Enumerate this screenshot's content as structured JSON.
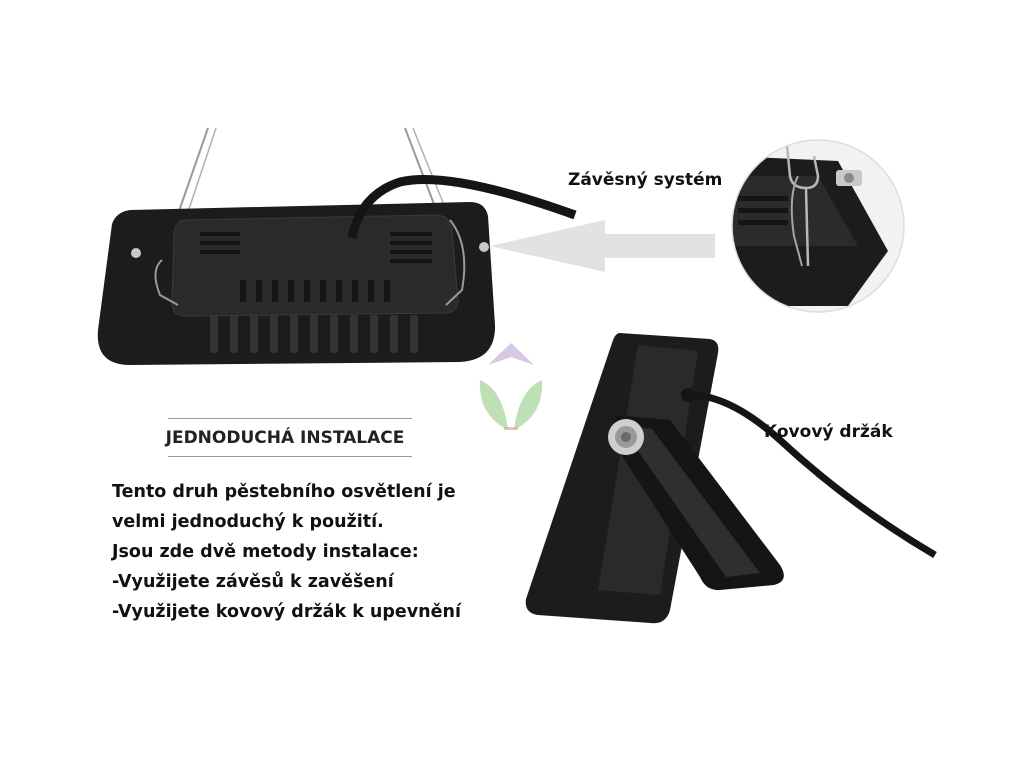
{
  "labels": {
    "hanging_system": "Závěsný systém",
    "metal_bracket": "Kovový držák"
  },
  "heading": "JEDNODUCHÁ INSTALACE",
  "description_lines": [
    "Tento druh pěstebního osvětlení je",
    "velmi jednoduchý k použití.",
    "Jsou zde dvě metody instalace:",
    "-Využijete závěsů k zavěšení",
    "-Využijete kovový držák k upevnění"
  ],
  "colors": {
    "fixture_body": "#1c1c1e",
    "fixture_highlight": "#3a3a3d",
    "arrow": "#e2e2e2",
    "rule": "#9a9a9a",
    "watermark_purple": "#b79cc8",
    "watermark_green": "#7fbf6a"
  },
  "icons": [
    "hanging-lamp-photo",
    "hook-detail-photo",
    "bracket-lamp-photo",
    "leaf-watermark-icon",
    "arrow-left-icon"
  ]
}
